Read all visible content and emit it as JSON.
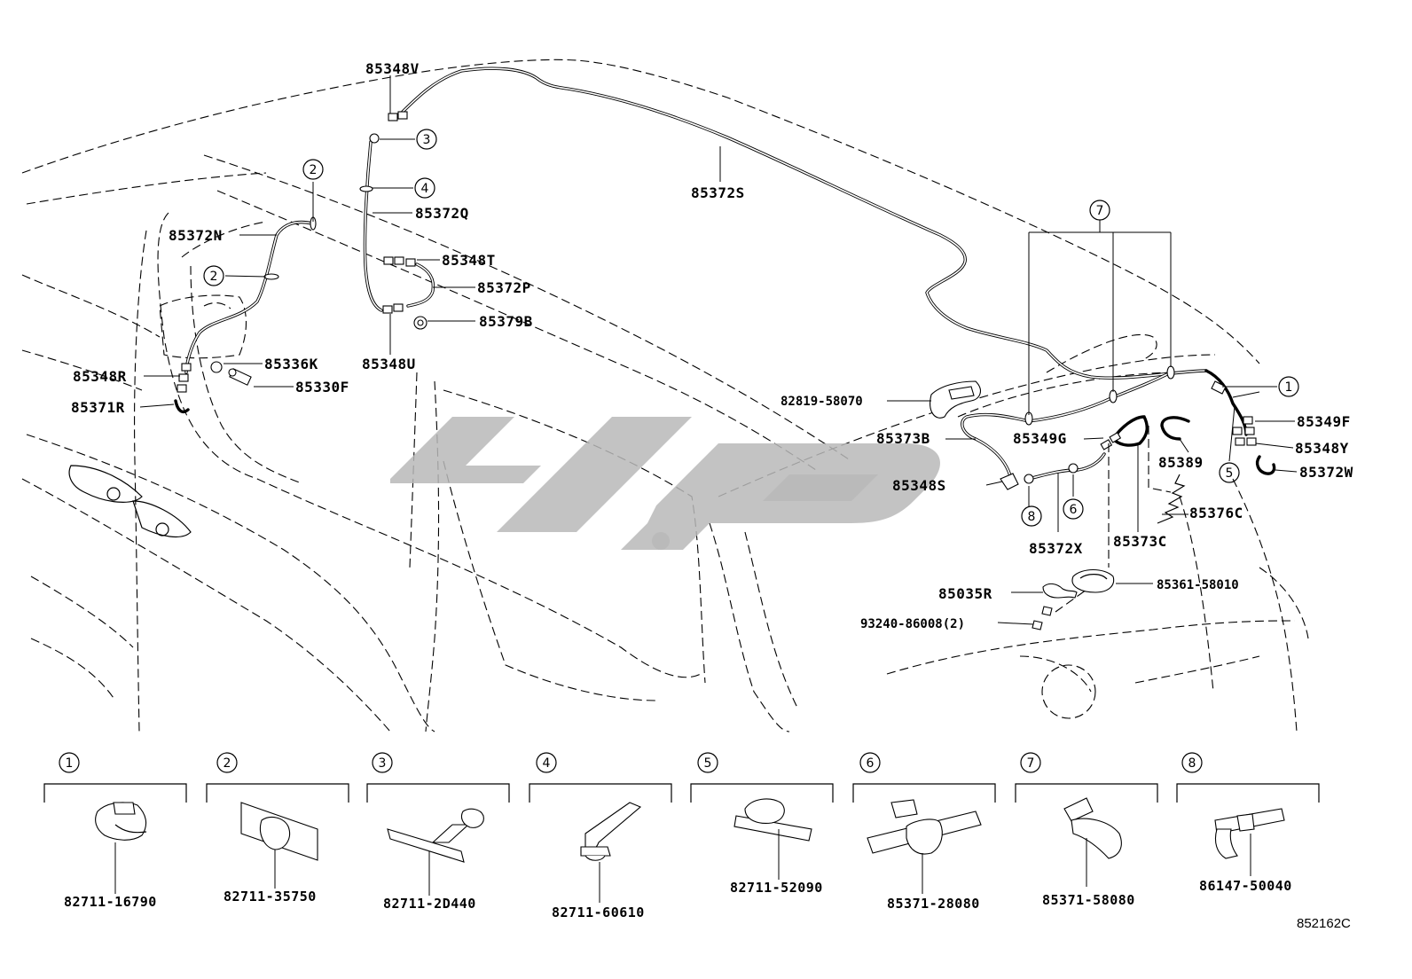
{
  "diagram_id": "852162C",
  "labels": {
    "p85348V": "85348V",
    "p85372S": "85372S",
    "p85372Q": "85372Q",
    "p85372N": "85372N",
    "p85348T": "85348T",
    "p85372P": "85372P",
    "p85379B": "85379B",
    "p85348U": "85348U",
    "p85336K": "85336K",
    "p85330F": "85330F",
    "p85348R": "85348R",
    "p85371R": "85371R",
    "p82819": "82819-58070",
    "p85373B": "85373B",
    "p85349G": "85349G",
    "p85389": "85389",
    "p85349F": "85349F",
    "p85348Y": "85348Y",
    "p85372W": "85372W",
    "p85348S": "85348S",
    "p85376C": "85376C",
    "p85372X": "85372X",
    "p85373C": "85373C",
    "p85035R": "85035R",
    "p85361": "85361-58010",
    "p93240": "93240-86008(2)"
  },
  "callouts": {
    "c1": "1",
    "c2": "2",
    "c3": "3",
    "c4": "4",
    "c5": "5",
    "c6": "6",
    "c7": "7",
    "c8": "8"
  },
  "legend": [
    {
      "num": "1",
      "part": "82711-16790"
    },
    {
      "num": "2",
      "part": "82711-35750"
    },
    {
      "num": "3",
      "part": "82711-2D440"
    },
    {
      "num": "4",
      "part": "82711-60610"
    },
    {
      "num": "5",
      "part": "82711-52090"
    },
    {
      "num": "6",
      "part": "85371-28080"
    },
    {
      "num": "7",
      "part": "85371-58080"
    },
    {
      "num": "8",
      "part": "86147-50040"
    }
  ]
}
